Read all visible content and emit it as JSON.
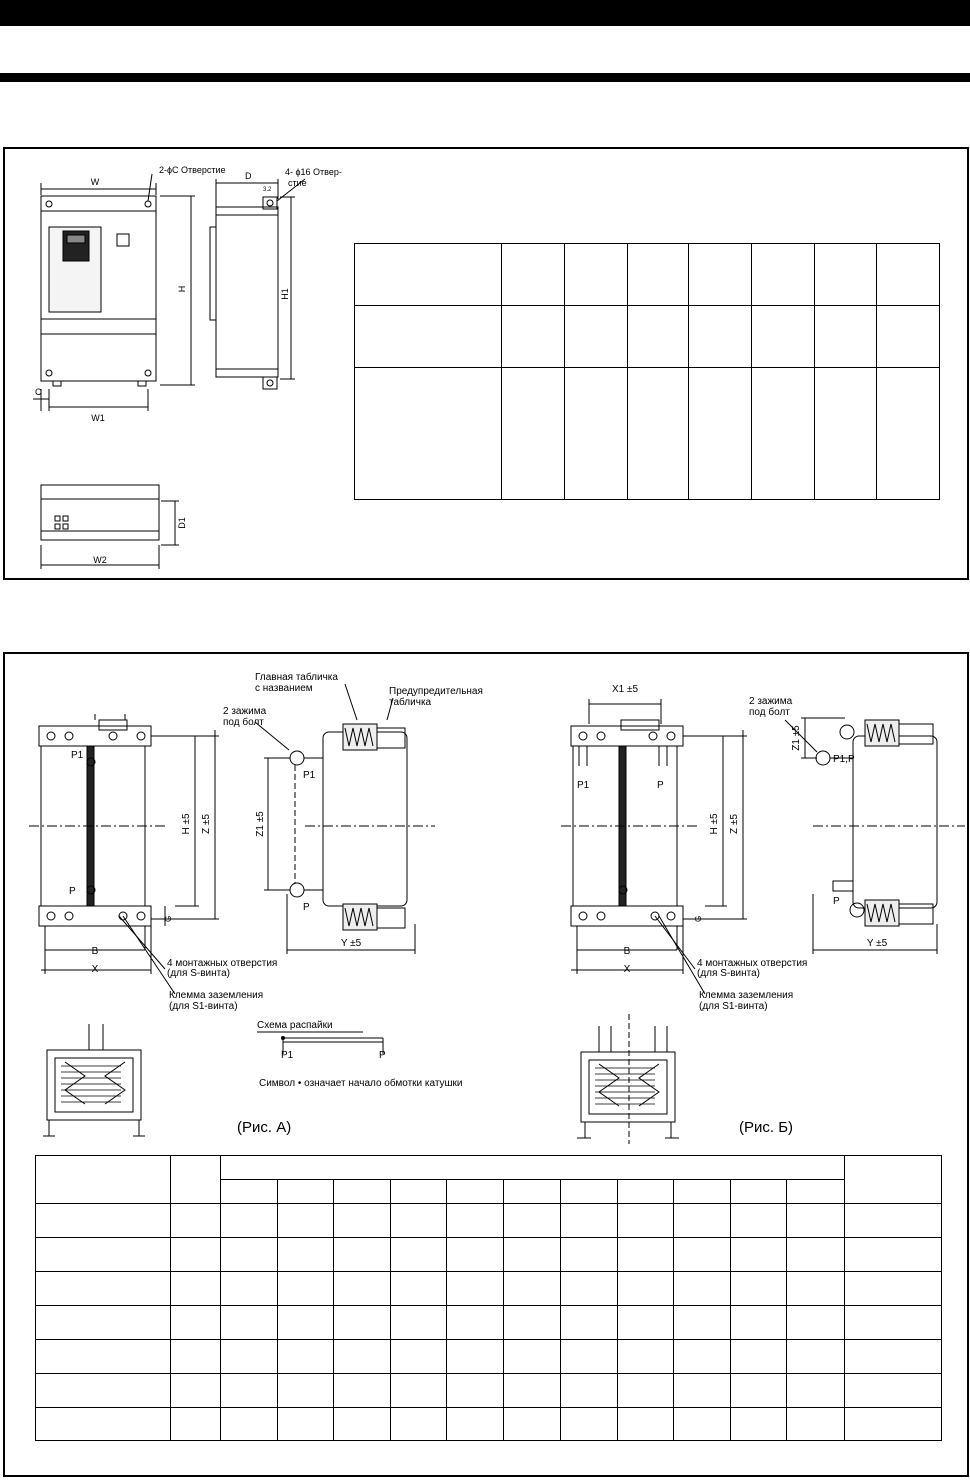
{
  "drawing1": {
    "dim_W": "W",
    "dim_H": "H",
    "dim_D": "D",
    "dim_H1": "H1",
    "dim_C": "C",
    "dim_W1": "W1",
    "dim_W2": "W2",
    "dim_D1": "D1",
    "hole_note": "2-ϕC Отверстие",
    "hole16_note_1": "4- ϕ16  Отвер-",
    "hole16_note_2": "стие",
    "small_dim": "3.2"
  },
  "table1": {
    "rows": 3,
    "cols": 8
  },
  "drawing2": {
    "nameplate_1": "Главная табличка",
    "nameplate_2": "с названием",
    "warning_1": "Предупредительная",
    "warning_2": "табличка",
    "clamps_1": "2 зажима",
    "clamps_2": "под болт",
    "P1": "P1",
    "P": "P",
    "P1P": "P1,P",
    "dim_H": "H ±5",
    "dim_Z": "Z ±5",
    "dim_Z1": "Z1 ±5",
    "dim_Y": "Y ±5",
    "dim_X1": "X1 ±5",
    "dim_B": "B",
    "dim_X": "X",
    "dim_G": "G",
    "mount_1": "4 монтажных отверстия",
    "mount_2": "(для S-винта)",
    "ground_1": "Клемма заземления",
    "ground_2": "(для S1-винта)",
    "wiring_title": "Схема распайки",
    "wiring_note": "Символ • означает начало обмотки катушки",
    "fig_a": "(Рис. А)",
    "fig_b": "(Рис. Б)"
  },
  "table2": {
    "header_rows": 2,
    "body_rows": 7,
    "cols": 14
  }
}
